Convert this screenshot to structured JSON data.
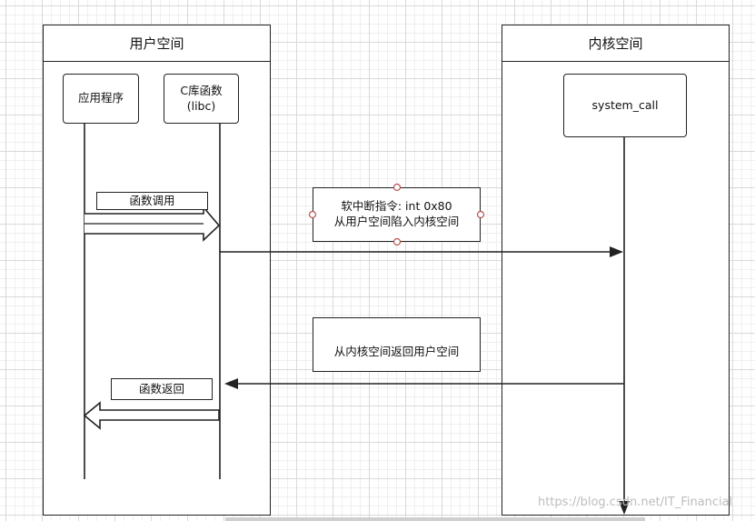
{
  "lanes": {
    "user_space": {
      "title": "用户空间"
    },
    "kernel_space": {
      "title": "内核空间"
    }
  },
  "actors": {
    "application": {
      "label": "应用程序"
    },
    "libc": {
      "label": "C库函数\n(libc)"
    },
    "system_call": {
      "label": "system_call"
    }
  },
  "messages": {
    "function_call": {
      "label": "函数调用"
    },
    "soft_interrupt": {
      "label": "软中断指令: int 0x80\n从用户空间陷入内核空间"
    },
    "kernel_return": {
      "label": "从内核空间返回用户空间"
    },
    "function_return": {
      "label": "函数返回"
    }
  },
  "watermark": {
    "text": "https://blog.csdn.net/IT_Financial"
  },
  "colors": {
    "stroke": "#222222",
    "grid": "#d9d9d9",
    "handle": "#b85450"
  }
}
